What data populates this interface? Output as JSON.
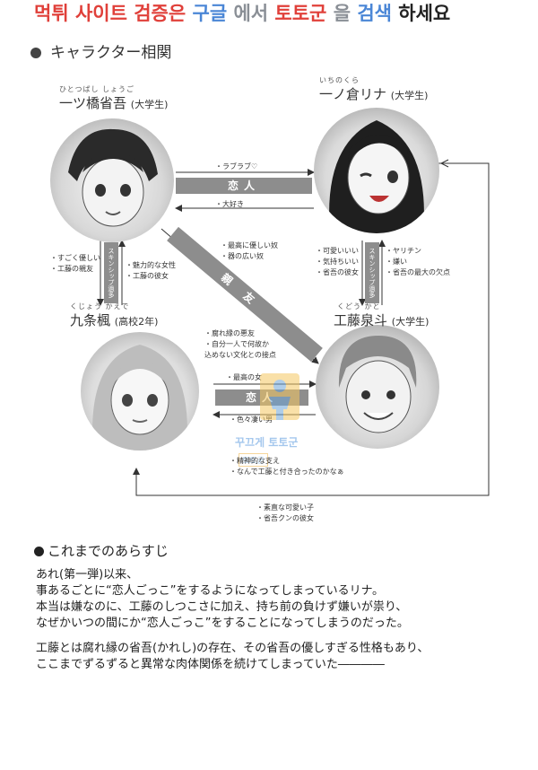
{
  "banner": {
    "part1": "먹튀 사이트 검증은",
    "part2": "구글",
    "part3": "에서",
    "part4": "토토군",
    "part5": "을",
    "part6": "검색",
    "part7": "하세요"
  },
  "section_title": "キャラクター相関",
  "characters": {
    "top_left": {
      "ruby": "ひとつばし しょうご",
      "name": "一ツ橋省吾",
      "role": "(大学生)"
    },
    "top_right": {
      "ruby": "いちのくら",
      "name": "一ノ倉リナ",
      "role": "(大学生)"
    },
    "bottom_left": {
      "ruby": "くじょう かえで",
      "name": "九条楓",
      "role": "(高校2年)"
    },
    "bottom_right": {
      "ruby": "くどう かと",
      "name": "工藤泉斗",
      "role": "(大学生)"
    }
  },
  "relations": {
    "top_arrow_note": "・ラブラブ♡",
    "top_bar": "恋人",
    "top_below_note": "・大好き",
    "diagonal_bar": "親友",
    "diagonal_notes": [
      "・最高に優しい奴",
      "・器の広い奴"
    ],
    "left_vertical_bar": "スキンシップ過多",
    "left_outer_notes": [
      "・すごく優しい",
      "・工藤の親友"
    ],
    "left_inner_notes": [
      "・魅力的な女性",
      "・工藤の彼女"
    ],
    "right_vertical_bar": "スキンシップ過多",
    "right_outer_notes": [
      "・可愛いいい",
      "・気持ちいい",
      "・省吾の彼女"
    ],
    "right_inner_notes": [
      "・ヤリチン",
      "・嫌い",
      "・省吾の最大の欠点"
    ],
    "bottom_left_notes": [
      "・腐れ縁の悪友",
      "・自分一人で何故か",
      "込めない文化との接点"
    ],
    "bottom_top_note": "・最高の女",
    "bottom_bar": "恋人",
    "bottom_below_note": "・色々凄い男",
    "bottom_lower_notes": [
      "・精神的な支え",
      "・なんで工藤と付き合ったのかなぁ"
    ],
    "outer_bottom_notes": [
      "・素直な可愛い子",
      "・省吾クンの彼女"
    ]
  },
  "watermark": {
    "line1": "꾸끄게 토토군",
    "line2": "토토군"
  },
  "synopsis": {
    "heading": "これまでのあらすじ",
    "paragraph1": [
      "あれ(第一弾)以来、",
      "事あるごとに“恋人ごっこ”をするようになってしまっているリナ。",
      "本当は嫌なのに、工藤のしつこさに加え、持ち前の負けず嫌いが祟り、",
      "なぜかいつの間にか“恋人ごっこ”をすることになってしまうのだった。"
    ],
    "paragraph2": [
      "工藤とは腐れ縁の省吾(かれし)の存在、その省吾の優しすぎる性格もあり、",
      "ここまでずるずると異常な肉体関係を続けてしまっていた――――"
    ]
  },
  "colors": {
    "banner_red": "#e0403a",
    "banner_blue": "#4a86d6",
    "relation_bar": "#8d8d8d"
  }
}
